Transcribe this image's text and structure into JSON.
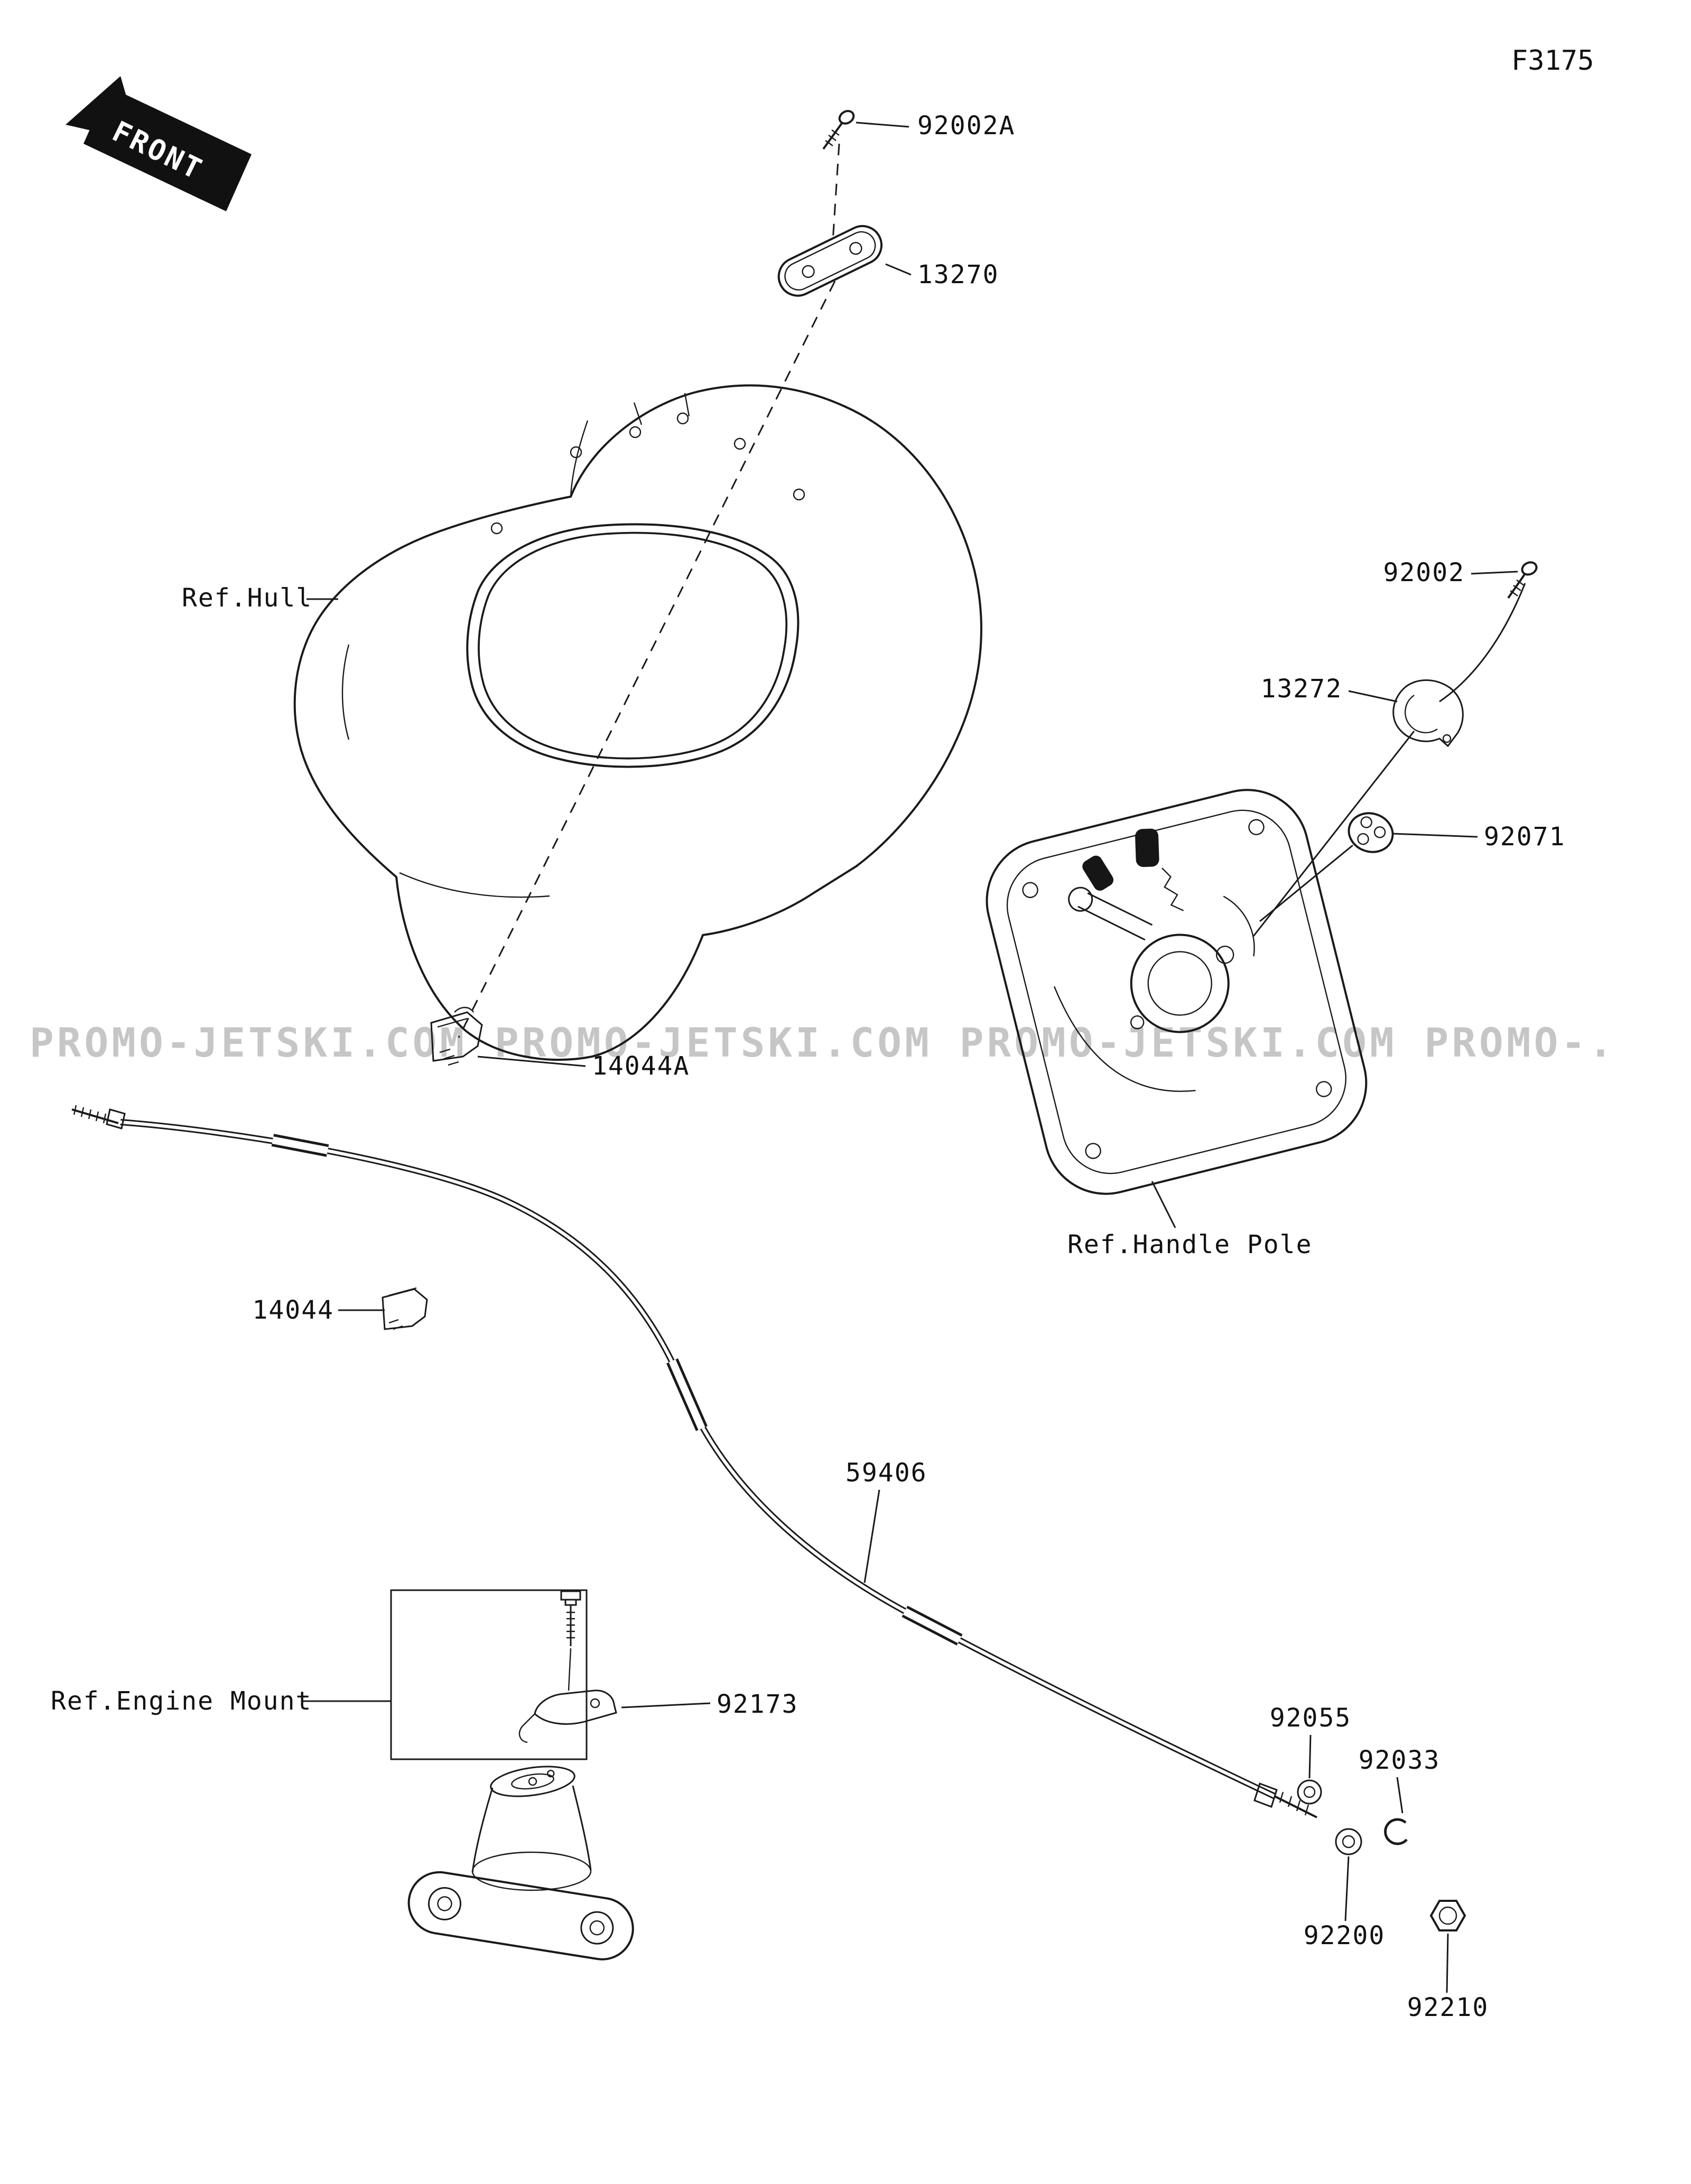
{
  "figure": {
    "code": "F3175",
    "front_marker": "FRONT",
    "watermark": "PROMO-JETSKI.COM PROMO-JETSKI.COM PROMO-JETSKI.COM PROMO-."
  },
  "refs": {
    "hull": "Ref.Hull",
    "handle_pole": "Ref.Handle Pole",
    "engine_mount": "Ref.Engine Mount"
  },
  "parts": {
    "bolt_a": "92002A",
    "cover_plate": "13270",
    "bolt": "92002",
    "bracket_plate": "13272",
    "grommet": "92071",
    "clamp_a": "14044A",
    "clamp": "14044",
    "cable": "59406",
    "bracket": "92173",
    "washer_small": "92055",
    "circlip": "92033",
    "washer": "92200",
    "nut": "92210"
  }
}
